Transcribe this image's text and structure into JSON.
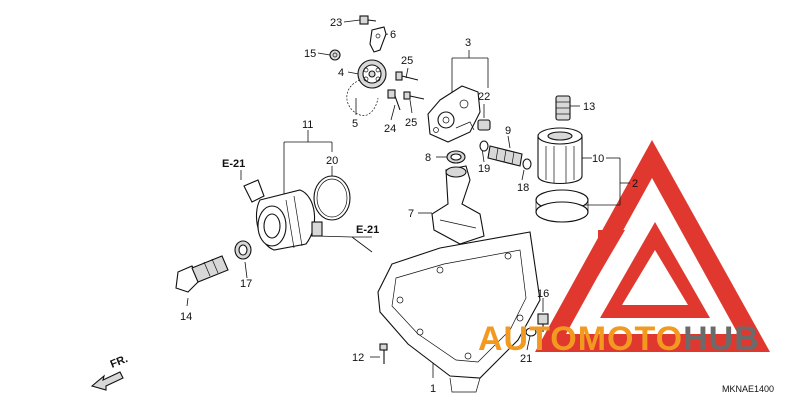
{
  "diagram": {
    "part_labels": [
      {
        "id": "1",
        "text": "1"
      },
      {
        "id": "2",
        "text": "2"
      },
      {
        "id": "3",
        "text": "3"
      },
      {
        "id": "4",
        "text": "4"
      },
      {
        "id": "5",
        "text": "5"
      },
      {
        "id": "6",
        "text": "6"
      },
      {
        "id": "7",
        "text": "7"
      },
      {
        "id": "8",
        "text": "8"
      },
      {
        "id": "9",
        "text": "9"
      },
      {
        "id": "10",
        "text": "10"
      },
      {
        "id": "11",
        "text": "11"
      },
      {
        "id": "12",
        "text": "12"
      },
      {
        "id": "13",
        "text": "13"
      },
      {
        "id": "14",
        "text": "14"
      },
      {
        "id": "15",
        "text": "15"
      },
      {
        "id": "16",
        "text": "16"
      },
      {
        "id": "17",
        "text": "17"
      },
      {
        "id": "18",
        "text": "18"
      },
      {
        "id": "19",
        "text": "19"
      },
      {
        "id": "20",
        "text": "20"
      },
      {
        "id": "21",
        "text": "21"
      },
      {
        "id": "22",
        "text": "22"
      },
      {
        "id": "23",
        "text": "23"
      },
      {
        "id": "24",
        "text": "24"
      },
      {
        "id": "25a",
        "text": "25"
      },
      {
        "id": "25b",
        "text": "25"
      }
    ],
    "ref_labels": [
      {
        "id": "e21-left",
        "text": "E-21"
      },
      {
        "id": "e21-right",
        "text": "E-21"
      }
    ],
    "direction_label": "FR.",
    "diagram_code": "MKNAE1400"
  },
  "watermark": {
    "part1": "AUTO",
    "part2": "MOTO",
    "part3": "HUB",
    "colors": {
      "red": "#e0382f",
      "orange": "#f29a20",
      "gray": "#6b6b6b"
    }
  }
}
